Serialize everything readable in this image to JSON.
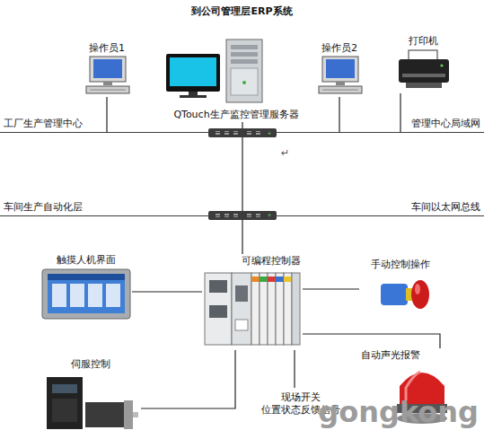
{
  "diagram": {
    "title": "到公司管理层ERP系统",
    "nodes": [
      {
        "text": [
          "操作员1"
        ]
      },
      {
        "text": [
          "QTouch生产监控管理服务器"
        ]
      },
      {
        "text": [
          "操作员2"
        ]
      },
      {
        "text": [
          "打印机"
        ]
      },
      {
        "text": [
          "工厂生产管理中心",
          "管理中心局域网"
        ]
      },
      {
        "text": [
          "车间生产自动化层",
          "车间以太网总线"
        ]
      },
      {
        "text": [
          "触摸人机界面"
        ]
      },
      {
        "text": [
          "可编程控制器"
        ]
      },
      {
        "text": [
          "手动控制操作"
        ]
      },
      {
        "text": [
          "自动声光报警"
        ]
      },
      {
        "text": [
          "伺服控制"
        ]
      },
      {
        "text": [
          "现场开关",
          "位置状态反馈信号"
        ]
      }
    ],
    "edges": [
      {
        "from": 0,
        "to": 4,
        "arrow": "none"
      },
      {
        "from": 1,
        "to": 4,
        "arrow": "none"
      },
      {
        "from": 2,
        "to": 4,
        "arrow": "none"
      },
      {
        "from": 3,
        "to": 4,
        "arrow": "none"
      },
      {
        "from": 4,
        "to": 5,
        "arrow": "none"
      },
      {
        "from": 5,
        "to": 7,
        "arrow": "none"
      },
      {
        "from": 7,
        "to": 6,
        "arrow": "none"
      },
      {
        "from": 7,
        "to": 8,
        "arrow": "none"
      },
      {
        "from": 7,
        "to": 9,
        "arrow": "none"
      },
      {
        "from": 7,
        "to": 10,
        "arrow": "none"
      },
      {
        "from": 7,
        "to": 11,
        "arrow": "none"
      }
    ],
    "labels": [
      "↵",
      "gongkong"
    ]
  }
}
